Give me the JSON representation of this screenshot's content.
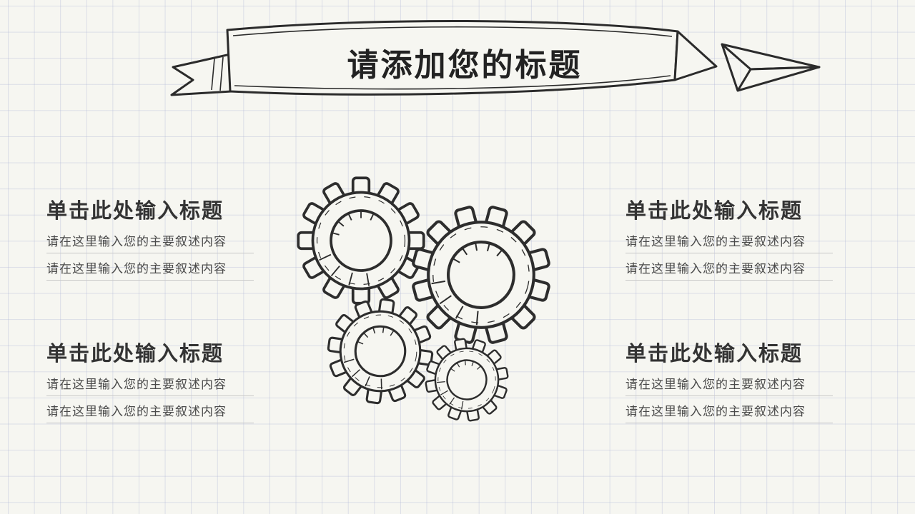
{
  "slide": {
    "banner_title": "请添加您的标题",
    "blocks": [
      {
        "title": "单击此处输入标题",
        "lines": [
          "请在这里输入您的主要叙述内容",
          "请在这里输入您的主要叙述内容"
        ]
      },
      {
        "title": "单击此处输入标题",
        "lines": [
          "请在这里输入您的主要叙述内容",
          "请在这里输入您的主要叙述内容"
        ]
      },
      {
        "title": "单击此处输入标题",
        "lines": [
          "请在这里输入您的主要叙述内容",
          "请在这里输入您的主要叙述内容"
        ]
      },
      {
        "title": "单击此处输入标题",
        "lines": [
          "请在这里输入您的主要叙述内容",
          "请在这里输入您的主要叙述内容"
        ]
      }
    ],
    "icons": {
      "banner": "ribbon-banner-icon",
      "plane": "paper-airplane-icon",
      "gears": "gear-icon"
    },
    "colors": {
      "ink": "#2d2d2d",
      "paper": "#f6f6f1",
      "grid_line": "#dfe2ee",
      "rule_line": "#c8c8c8",
      "title_text": "#222222",
      "body_text": "#4a4a4a"
    }
  }
}
